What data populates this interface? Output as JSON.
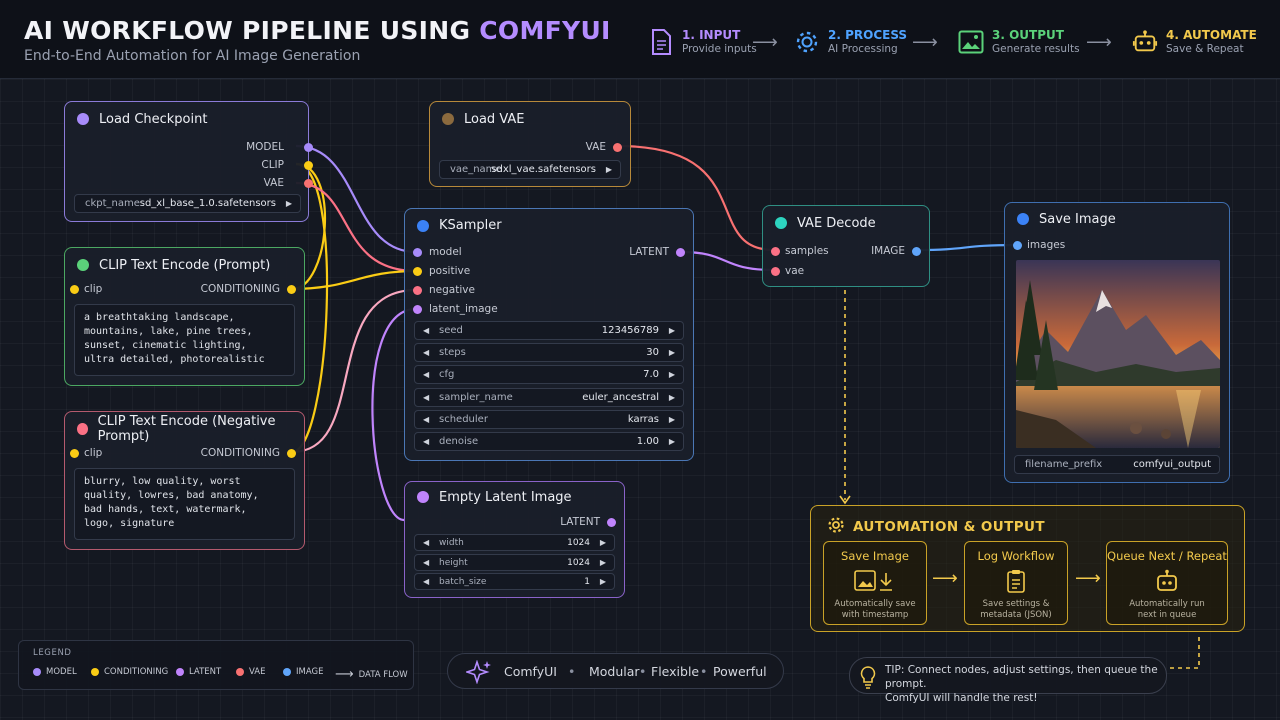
{
  "header": {
    "title_main": "AI WORKFLOW PIPELINE USING ",
    "title_accent": "COMFYUI",
    "subtitle": "End-to-End Automation for AI Image Generation",
    "steps": [
      {
        "title": "1. INPUT",
        "desc": "Provide inputs",
        "color": "#b48cff",
        "icon": "document-icon"
      },
      {
        "title": "2. PROCESS",
        "desc": "AI Processing",
        "color": "#4fa3ff",
        "icon": "gear-icon"
      },
      {
        "title": "3. OUTPUT",
        "desc": "Generate results",
        "color": "#5bd27a",
        "icon": "image-icon"
      },
      {
        "title": "4. AUTOMATE",
        "desc": "Save & Repeat",
        "color": "#f2c94c",
        "icon": "robot-icon"
      }
    ]
  },
  "colors": {
    "model": "#a78bfa",
    "conditioning": "#facc15",
    "latent": "#c084fc",
    "vae": "#f87171",
    "image": "#60a5fa",
    "clip_neg": "#f9a8c0"
  },
  "nodes": {
    "load_checkpoint": {
      "title": "Load Checkpoint",
      "outputs": [
        "MODEL",
        "CLIP",
        "VAE"
      ],
      "field_label": "ckpt_name",
      "field_value": "sd_xl_base_1.0.safetensors"
    },
    "clip_prompt": {
      "title": "CLIP Text Encode (Prompt)",
      "input": "clip",
      "output": "CONDITIONING",
      "text": "a breathtaking landscape,\nmountains, lake, pine trees,\nsunset, cinematic lighting,\nultra detailed, photorealistic"
    },
    "clip_negative": {
      "title": "CLIP Text Encode (Negative Prompt)",
      "input": "clip",
      "output": "CONDITIONING",
      "text": "blurry, low quality, worst\nquality, lowres, bad anatomy,\nbad hands, text, watermark,\nlogo, signature"
    },
    "load_vae": {
      "title": "Load VAE",
      "output": "VAE",
      "field_label": "vae_name",
      "field_value": "sdxl_vae.safetensors"
    },
    "ksampler": {
      "title": "KSampler",
      "inputs": [
        "model",
        "positive",
        "negative",
        "latent_image"
      ],
      "output": "LATENT",
      "params": [
        {
          "label": "seed",
          "value": "123456789"
        },
        {
          "label": "steps",
          "value": "30"
        },
        {
          "label": "cfg",
          "value": "7.0"
        },
        {
          "label": "sampler_name",
          "value": "euler_ancestral"
        },
        {
          "label": "scheduler",
          "value": "karras"
        },
        {
          "label": "denoise",
          "value": "1.00"
        }
      ]
    },
    "empty_latent": {
      "title": "Empty Latent Image",
      "output": "LATENT",
      "params": [
        {
          "label": "width",
          "value": "1024"
        },
        {
          "label": "height",
          "value": "1024"
        },
        {
          "label": "batch_size",
          "value": "1"
        }
      ]
    },
    "vae_decode": {
      "title": "VAE Decode",
      "inputs": [
        "samples",
        "vae"
      ],
      "output": "IMAGE"
    },
    "save_image": {
      "title": "Save Image",
      "input": "images",
      "field_label": "filename_prefix",
      "field_value": "comfyui_output"
    }
  },
  "automation": {
    "title": "AUTOMATION & OUTPUT",
    "boxes": [
      {
        "title": "Save Image",
        "desc": "Automatically save\nwith timestamp"
      },
      {
        "title": "Log Workflow",
        "desc": "Save settings &\nmetadata (JSON)"
      },
      {
        "title": "Queue Next / Repeat",
        "desc": "Automatically run\nnext in queue"
      }
    ]
  },
  "legend": {
    "title": "LEGEND",
    "items": [
      "MODEL",
      "CONDITIONING",
      "LATENT",
      "VAE",
      "IMAGE",
      "DATA FLOW"
    ]
  },
  "brand": {
    "name": "ComfyUI",
    "tags": [
      "Modular",
      "Flexible",
      "Powerful"
    ]
  },
  "tip": {
    "line1": "TIP: Connect nodes, adjust settings, then queue the prompt.",
    "line2": "ComfyUI will handle the rest!"
  }
}
